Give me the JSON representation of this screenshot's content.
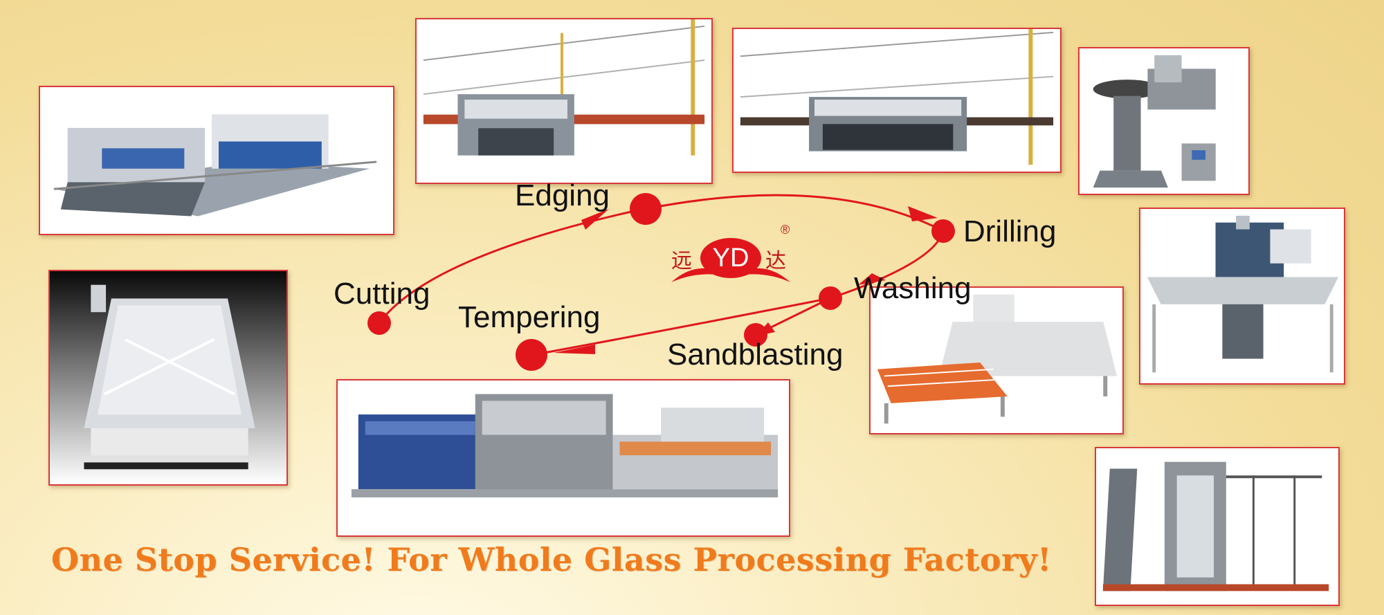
{
  "process_steps": {
    "edging": "Edging",
    "drilling": "Drilling",
    "cutting": "Cutting",
    "washing": "Washing",
    "tempering": "Tempering",
    "sandblasting": "Sandblasting"
  },
  "logo": {
    "text": "YD",
    "chinese_left": "远",
    "chinese_right": "达",
    "registered_mark": "®"
  },
  "slogan": "One Stop Service! For Whole Glass Processing Factory!",
  "colors": {
    "flow_red": "#e1161c",
    "slogan_orange": "#f07b1c",
    "photo_border": "#d9383a",
    "background": "#f3dc98"
  }
}
